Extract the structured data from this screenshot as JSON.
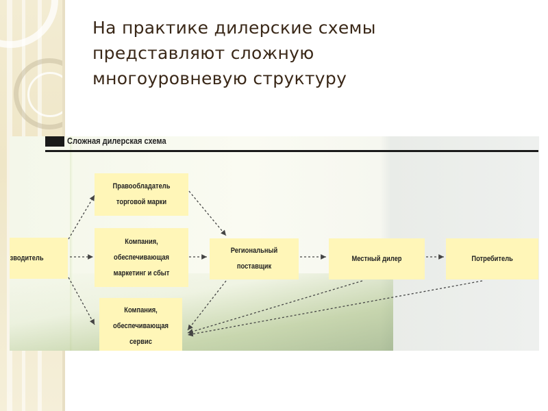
{
  "slide": {
    "title_lines": [
      "На практике дилерские схемы",
      "представляют сложную",
      "многоуровневую структуру"
    ]
  },
  "diagram": {
    "number": "",
    "title": "Сложная дилерская схема",
    "nodes": {
      "producer": "изводитель",
      "owner": "Правообладатель торговой марки",
      "marketing": "Компания, обеспечивающая маркетинг и сбыт",
      "service": "Компания, обеспечивающая сервис",
      "regional": "Региональный поставщик",
      "local": "Местный дилер",
      "consumer": "Потребитель"
    }
  },
  "colors": {
    "node_fill": "#fff6b8",
    "title_text": "#3a2818",
    "side_strip": "#f3ecd3"
  }
}
